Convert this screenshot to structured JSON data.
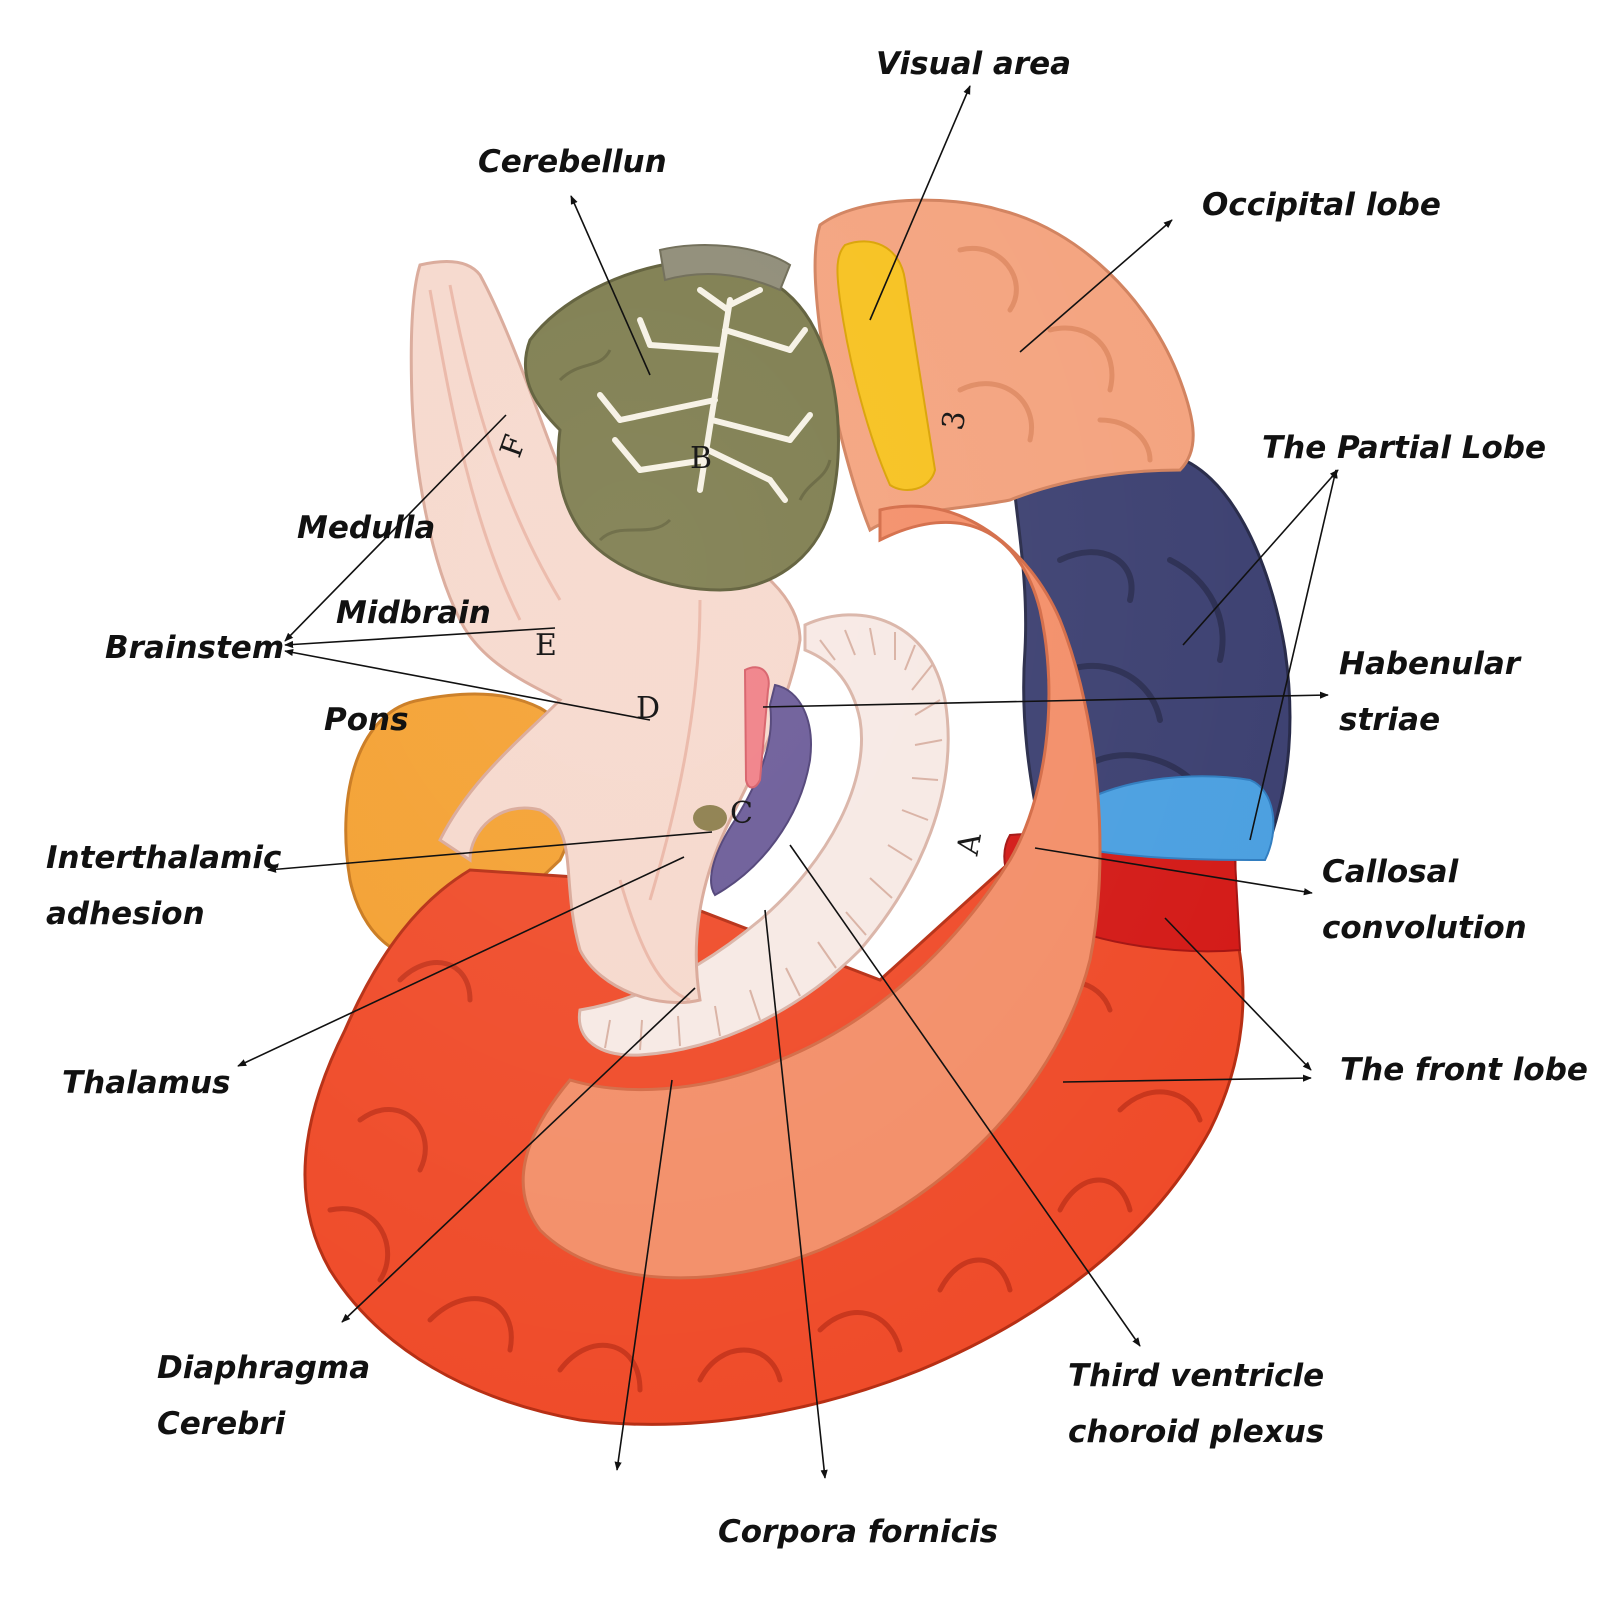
{
  "colors": {
    "background": "#ffffff",
    "frontal_lobe": "#ef4a28",
    "cingulate_outer": "#f38e68",
    "parietal_lobe": "#3b3f70",
    "parietal_light": "#4a9fe0",
    "occipital_lobe": "#f4a27d",
    "visual_area": "#f7c11c",
    "cerebellum": "#7c7b4c",
    "cerebellum_arbor": "#f6f1e4",
    "brainstem": "#f6d8cc",
    "temporal_pole": "#f4a030",
    "callosal_red": "#d31916",
    "label_text": "#111111"
  },
  "model_markers": [
    "A",
    "B",
    "C",
    "D",
    "E",
    "F",
    "3"
  ],
  "labels": {
    "visual_area": "Visual area",
    "cerebellum": "Cerebellun",
    "occipital_lobe": "Occipital lobe",
    "partial_lobe": "The Partial Lobe",
    "medulla": "Medulla",
    "midbrain": "Midbrain",
    "brainstem": "Brainstem",
    "pons": "Pons",
    "habenular_1": "Habenular",
    "habenular_2": "striae",
    "interthalamic_1": "Interthalamic",
    "interthalamic_2": "adhesion",
    "callosal_1": "Callosal",
    "callosal_2": "convolution",
    "thalamus": "Thalamus",
    "front_lobe": "The front lobe",
    "diaphragma_1": "Diaphragma",
    "diaphragma_2": "Cerebri",
    "third_ventricle_1": "Third ventricle",
    "third_ventricle_2": "choroid plexus",
    "corpora_fornicis": "Corpora fornicis"
  }
}
